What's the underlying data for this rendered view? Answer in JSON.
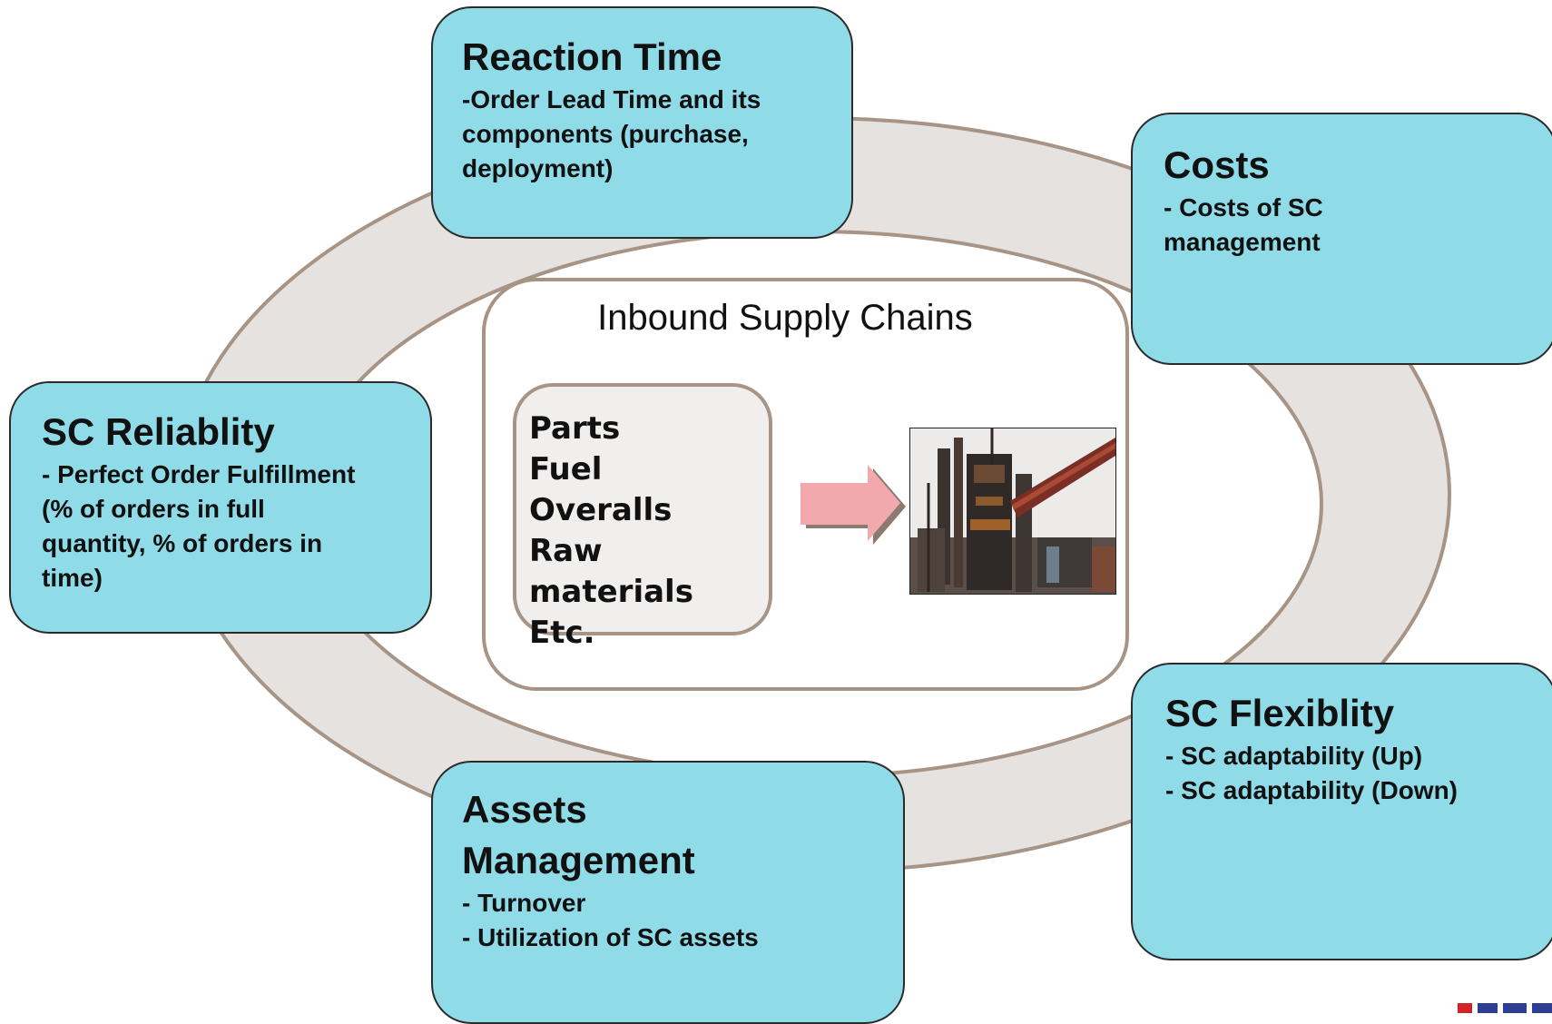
{
  "cards": {
    "reaction_time": {
      "title": "Reaction Time",
      "lines": [
        "-Order Lead Time and its",
        "components (purchase,",
        "deployment)"
      ]
    },
    "costs": {
      "title": "Costs",
      "lines": [
        "- Costs of SC",
        "management"
      ]
    },
    "sc_reliability": {
      "title": "SC Reliablity",
      "lines": [
        "- Perfect Order Fulfillment",
        "(% of orders in full",
        "quantity, % of orders in",
        "time)"
      ]
    },
    "sc_flexibility": {
      "title": "SC Flexiblity",
      "lines": [
        "- SC adaptability (Up)",
        "- SC adaptability (Down)"
      ]
    },
    "assets_management": {
      "title_lines": [
        "Assets",
        "Management"
      ],
      "lines": [
        "- Turnover",
        "- Utilization of SC assets"
      ]
    }
  },
  "center": {
    "title": "Inbound Supply Chains",
    "materials": [
      "Parts",
      "Fuel",
      "Overalls",
      "Raw materials",
      "Etc."
    ]
  },
  "colors": {
    "card_fill": "#8fdbe8",
    "ring_fill": "#e6e2df",
    "ring_stroke": "#a89484",
    "arrow_fill": "#f2a9ad",
    "materials_fill": "#f0efee"
  },
  "icons": {
    "arrow": "right-arrow-icon",
    "photo": "blast-furnace-photo",
    "logo": "logo-fragment"
  }
}
